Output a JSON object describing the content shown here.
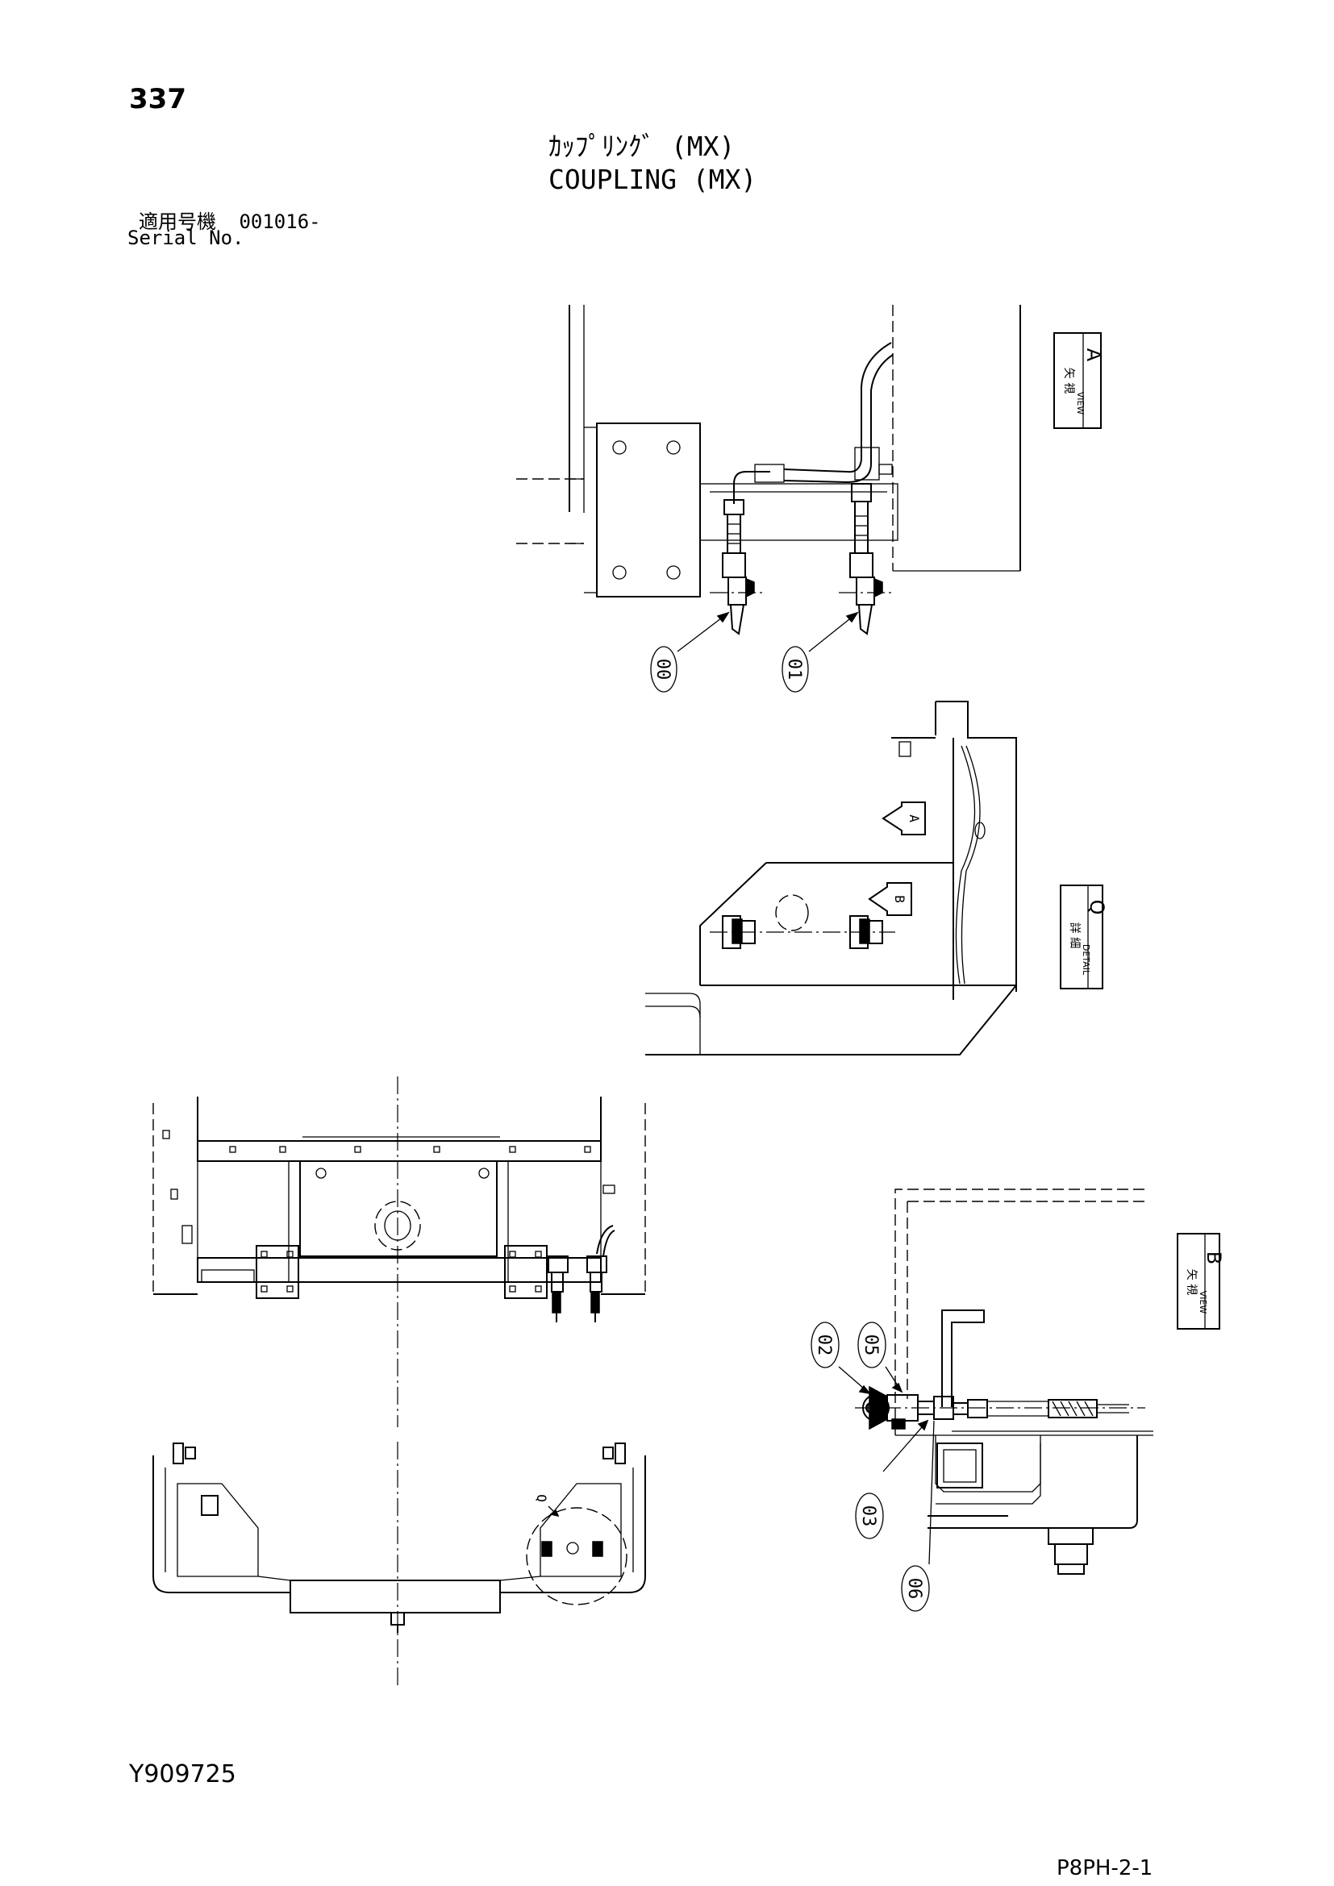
{
  "header": {
    "page_number": "337",
    "title_jp": "ｶｯﾌﾟﾘﾝｸﾞ (MX)",
    "title_en": "COUPLING (MX)",
    "serial_label_jp": "適用号機",
    "serial_value": "001016-",
    "serial_label_en": "Serial No."
  },
  "views": {
    "view_a": {
      "jp": "矢 視",
      "en": "VIEW",
      "letter": "A"
    },
    "detail_q": {
      "jp": "詳 細",
      "en": "DETAIL",
      "letter": "Q"
    },
    "view_b": {
      "jp": "矢 視",
      "en": "VIEW",
      "letter": "B"
    }
  },
  "arrows": {
    "a": "A",
    "b": "B"
  },
  "callouts": {
    "c00": "00",
    "c01": "01",
    "c02": "02",
    "c03": "03",
    "c05": "05",
    "c06": "06",
    "detail_mark": "Q"
  },
  "footer": {
    "doc_code": "Y909725",
    "page_code": "P8PH-2-1"
  }
}
